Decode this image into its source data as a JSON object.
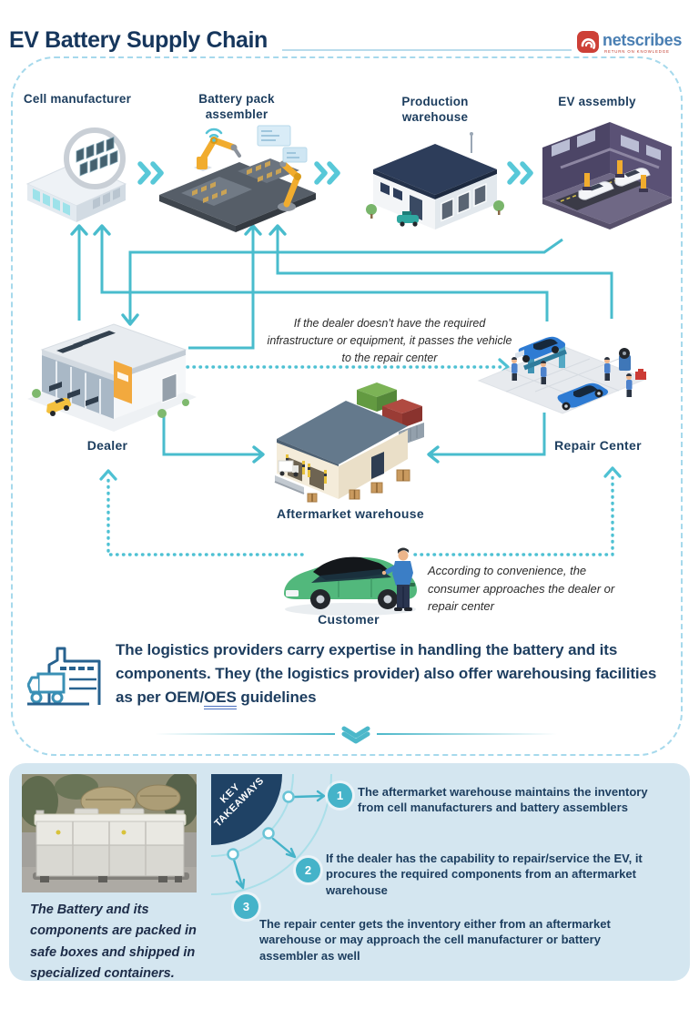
{
  "header": {
    "title": "EV Battery Supply Chain",
    "brand": {
      "name": "netscribes",
      "tagline": "RETURN ON KNOWLEDGE"
    }
  },
  "nodes": {
    "cell_manufacturer": {
      "label": "Cell manufacturer"
    },
    "battery_pack_assembler": {
      "label": "Battery pack assembler"
    },
    "production_warehouse": {
      "label": "Production warehouse"
    },
    "ev_assembly": {
      "label": "EV assembly"
    },
    "dealer": {
      "label": "Dealer"
    },
    "repair_center": {
      "label": "Repair Center"
    },
    "aftermarket_warehouse": {
      "label": "Aftermarket warehouse"
    },
    "customer": {
      "label": "Customer"
    }
  },
  "annotations": {
    "dealer_to_repair": "If the dealer doesn’t have the required infrastructure or equipment, it passes the vehicle to the repair center",
    "customer_choice": "According to convenience, the consumer approaches the dealer or repair center"
  },
  "logistics_note": {
    "text_before_link": "The logistics providers carry expertise in handling the battery and its components. They (the logistics provider) also offer warehousing facilities as per OEM/",
    "link_text": "OES",
    "text_after_link": " guidelines"
  },
  "bottom_panel": {
    "photo_caption": "The Battery and its components are packed in safe boxes and shipped in specialized containers.",
    "key_takeaways_line1": "KEY",
    "key_takeaways_line2": "TAKEAWAYS",
    "takeaways": [
      {
        "number": "1",
        "text": "The aftermarket warehouse maintains the inventory from cell manufacturers and battery assemblers"
      },
      {
        "number": "2",
        "text": "If the dealer has the capability to repair/service the EV, it procures the required components from an aftermarket warehouse"
      },
      {
        "number": "3",
        "text": "The repair center gets the inventory either from an aftermarket warehouse or may approach the cell manufacturer or battery assembler as well"
      }
    ]
  },
  "colors": {
    "accent_teal": "#49bccd",
    "navy": "#1d3d5f",
    "panel_blue": "#d4e6f0",
    "brand_red": "#cd4037",
    "brand_blue": "#4a7fb3"
  }
}
